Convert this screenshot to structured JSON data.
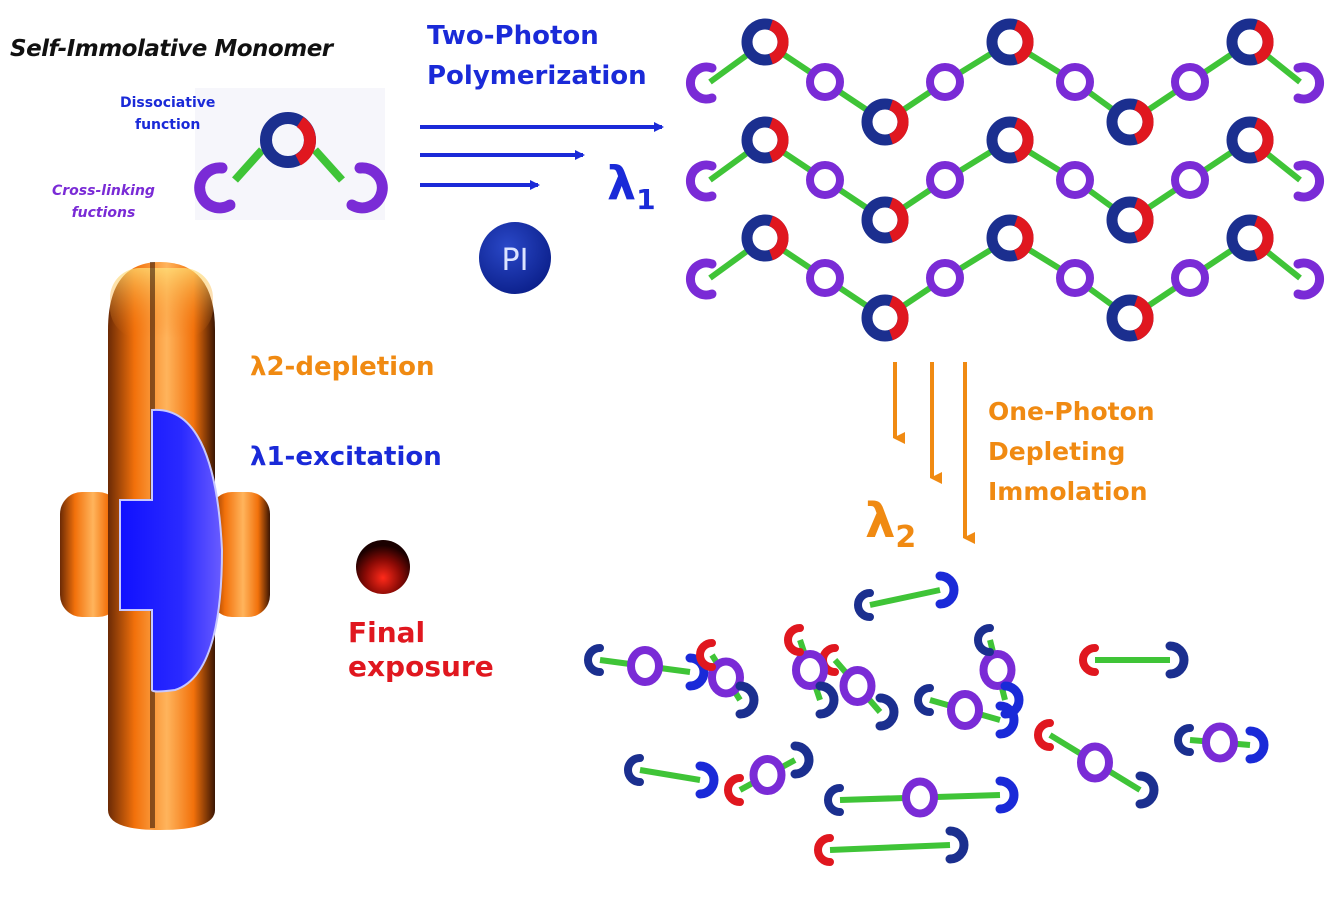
{
  "colors": {
    "blue": "#1a2ad8",
    "navy": "#1b2f8f",
    "purple": "#7a2bd6",
    "orange": "#f08a12",
    "red": "#e0171f",
    "green": "#3fc437",
    "black": "#111111"
  },
  "monomer": {
    "title": "Self-Immolative Monomer",
    "dissociative": "Dissociative\nfunction",
    "crosslinking": "Cross-linking\nfuctions"
  },
  "polymerization": {
    "label": "Two-Photon\nPolymerization",
    "lambda1_symbol": "λ",
    "lambda1_sub": "1",
    "pi_label": "PI"
  },
  "depletion": {
    "label": "One-Photon\nDepleting\nImmolation",
    "lambda2_symbol": "λ",
    "lambda2_sub": "2"
  },
  "focal_spot": {
    "depletion_label": "λ2-depletion",
    "excitation_label": "λ1-excitation",
    "final_exposure_label": "Final\nexposure"
  },
  "icons": {
    "monomer": "monomer-icon",
    "polymer_chain": "polymer-chain-icon",
    "fragments": "fragment-icon",
    "photoinitiator": "pi-circle-icon",
    "focal_spot": "donut-beam-icon",
    "exposure_dot": "exposure-dot-icon"
  }
}
